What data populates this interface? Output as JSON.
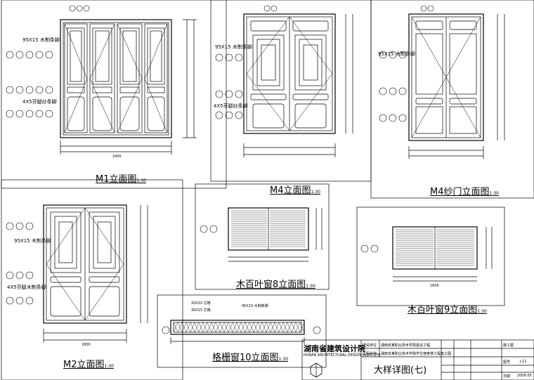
{
  "drawings": {
    "m1": {
      "title": "M1立面图",
      "scale": "1:30",
      "note_a": "95X15 木制条脚",
      "note_b": "4X5芬腿纱条脚",
      "overall": "2400"
    },
    "m4": {
      "title": "M4立面图",
      "scale": "1:30",
      "note_a": "95X15 木制条脚",
      "note_b": "4X5芬腿纱条脚"
    },
    "m4s": {
      "title": "M4纱门立面图",
      "scale": "1:30",
      "note_a": "95X15 木制条脚"
    },
    "m2": {
      "title": "M2立面图",
      "scale": "1:30",
      "note_a": "95X15 木制条脚",
      "note_b": "4X5芬腿木制条脚",
      "overall": "1800"
    },
    "w8": {
      "title": "木百叶窗8立面图",
      "scale": "1:30"
    },
    "w9": {
      "title": "木百叶窗9立面图",
      "scale": "1:30",
      "overall": "1800"
    },
    "w10": {
      "title": "格栅窗10立面图",
      "scale": "1:30",
      "note_a": "20X10 芯格",
      "note_b": "30X15 芯格",
      "note_c": "95X15 木制条脚"
    }
  },
  "title_block": {
    "institute": "湖南省建筑设计院",
    "institute_en": "HUNAN ARCHITECTURAL DESIGN INSTITUTE",
    "sheet_title": "大样详图(七)",
    "project_label": "建设单位",
    "project_name": "湖南省某职业技术学院建设工程",
    "item_label": "工程名称",
    "item_name": "湖南省某职业技术学院学生宿舍楼工程施工图",
    "phase": "施工图",
    "drawing_no_label": "图号",
    "drawing_no": "J-11",
    "date_label": "日期",
    "date": "2009.05"
  }
}
